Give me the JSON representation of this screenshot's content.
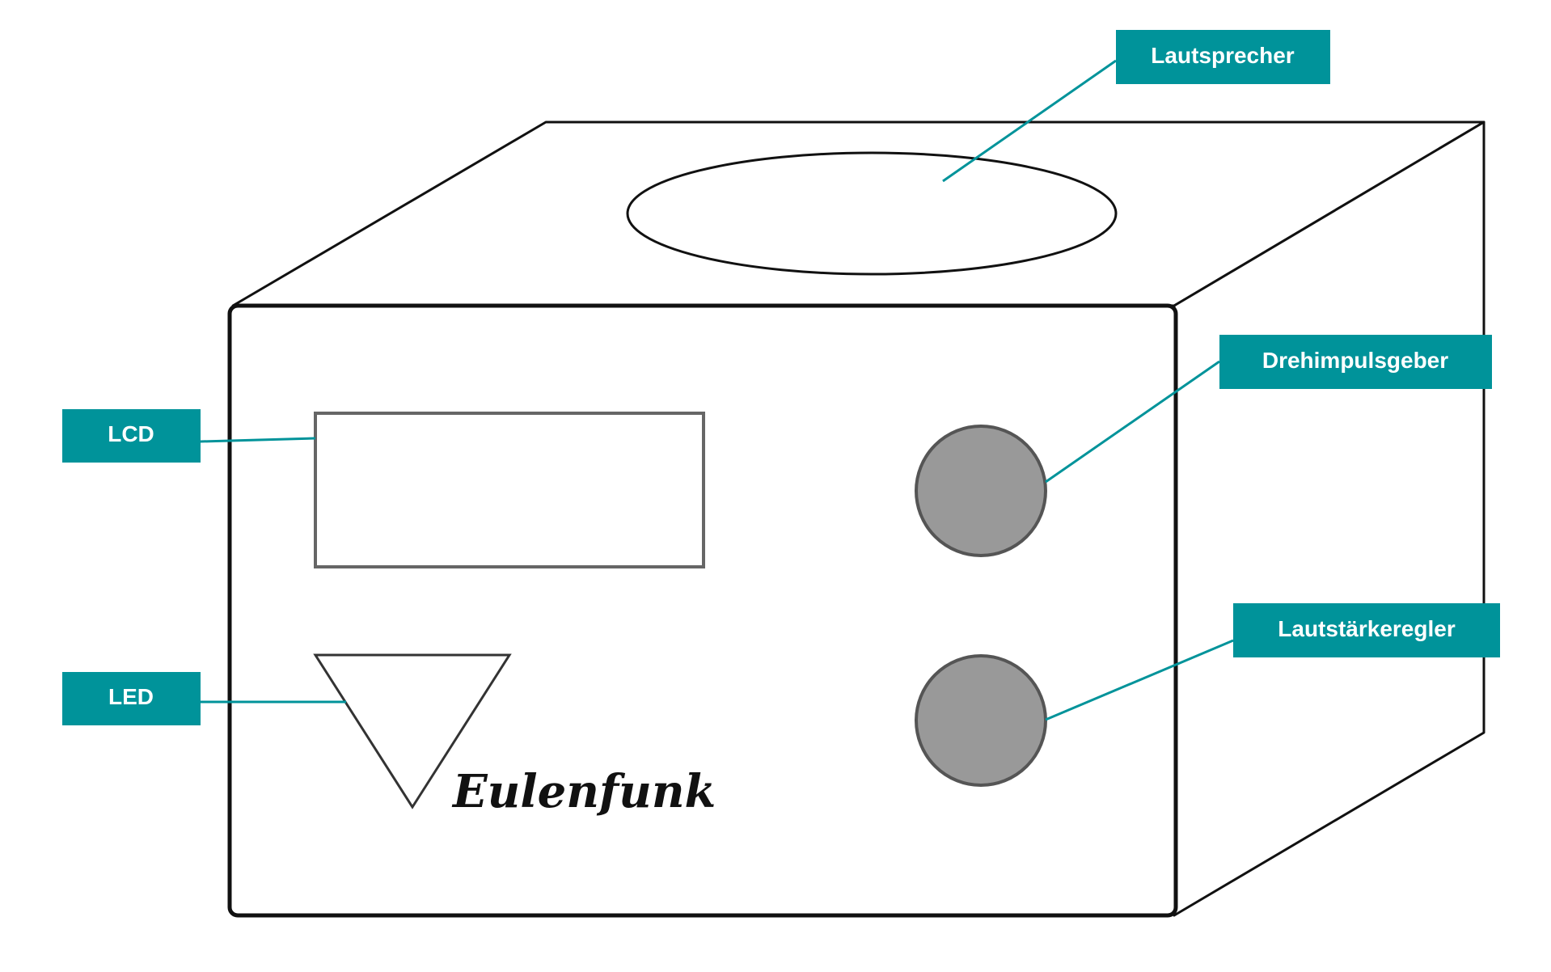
{
  "labels": {
    "speaker": "Lautsprecher",
    "rotary_encoder": "Drehimpulsgeber",
    "lcd": "LCD",
    "led": "LED",
    "volume_control": "Lautstärkeregler"
  },
  "brand": {
    "name": "Eulenfunk"
  },
  "colors": {
    "label_background": "#00939a",
    "leader_line": "#00939a",
    "label_text": "#ffffff",
    "outline": "#111111",
    "knob_fill": "#999999",
    "knob_stroke": "#555555",
    "lcd_stroke": "#666666",
    "brand_text": "#111111"
  }
}
